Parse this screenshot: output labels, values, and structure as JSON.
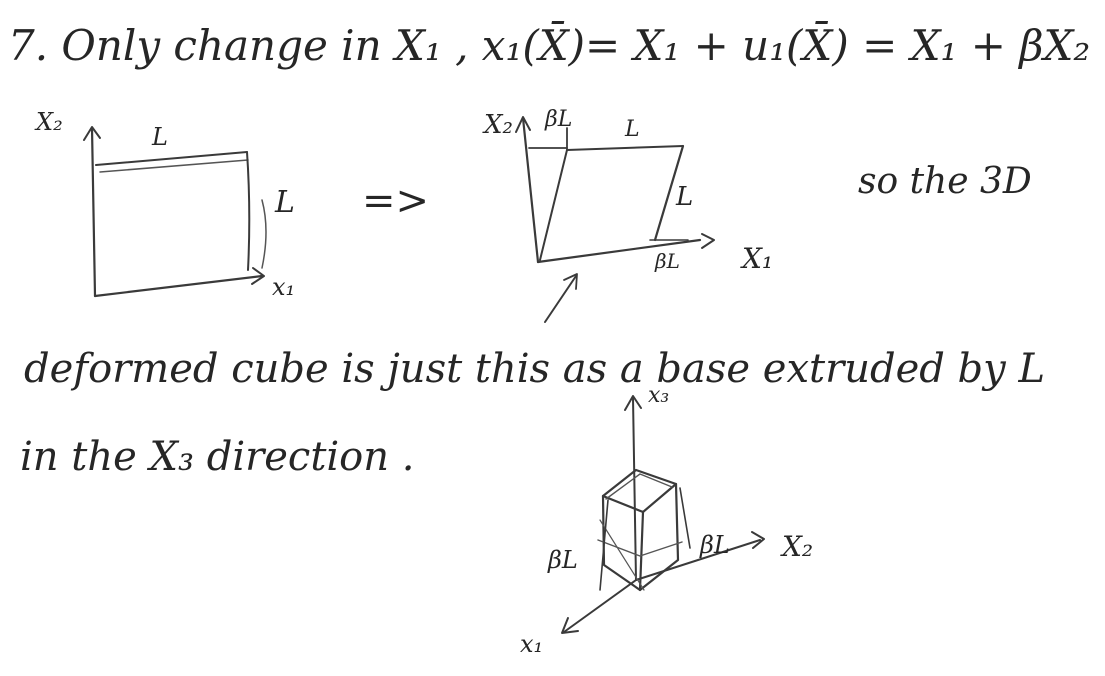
{
  "header_line": "7. Only change in X₁ , x₁(X̄)= X₁ + u₁(X̄) = X₁ + βX₂ .",
  "left_square": {
    "axis_vertical": "X₂",
    "axis_horizontal": "x₁",
    "top_side": "L",
    "right_side": "L"
  },
  "arrow": "=>",
  "sheared_square": {
    "axis_vertical": "X₂",
    "axis_horizontal": "X₁",
    "top_offset": "βL",
    "top_side": "L",
    "right_side": "L",
    "bottom_offset": "βL"
  },
  "side_note": "so the 3D",
  "sentence_line1": "deformed cube is just this as a base extruded by L",
  "sentence_line2": "in the X₃ direction .",
  "cube": {
    "axis_up": "x₃",
    "axis_right": "X₂",
    "axis_left": "x₁",
    "left_offset": "βL",
    "right_offset": "βL"
  },
  "colors": {
    "ink": "#2b2b2b",
    "paper": "#ffffff"
  }
}
